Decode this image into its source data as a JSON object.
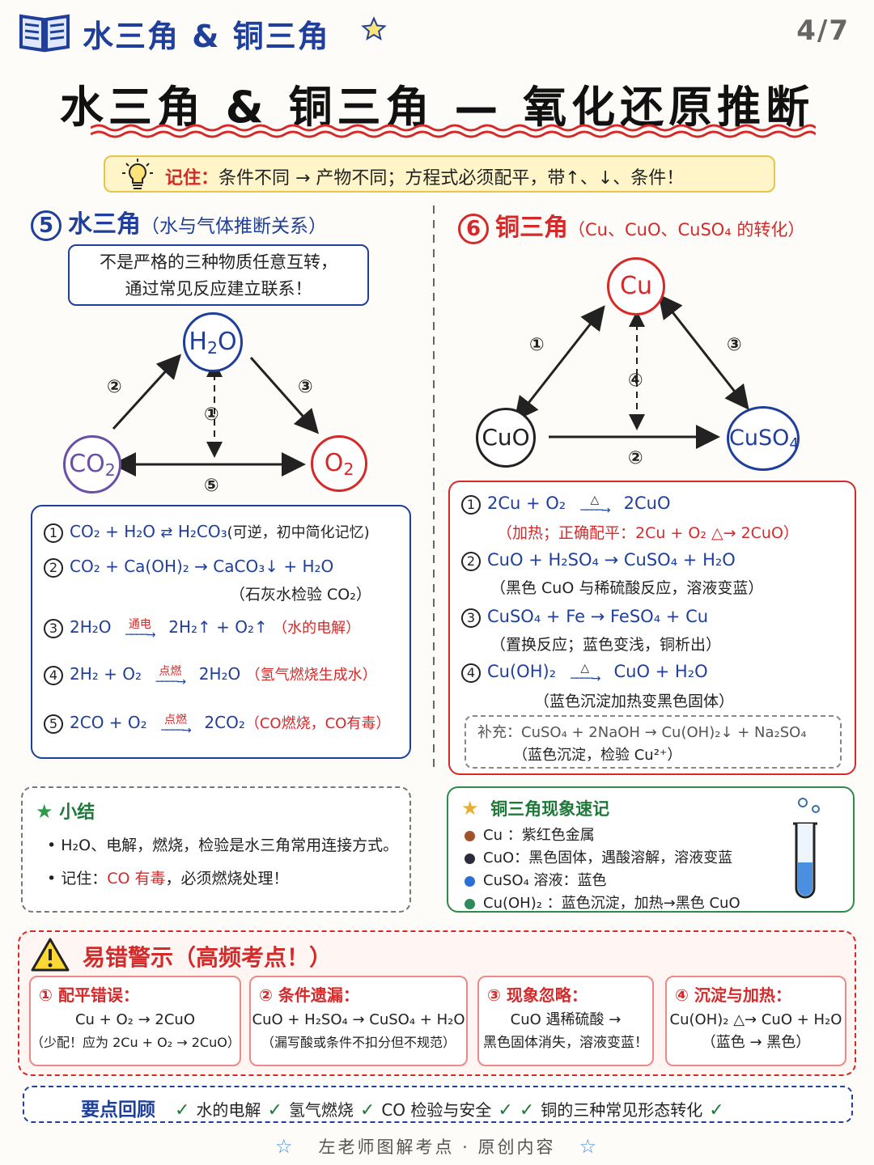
{
  "header": {
    "title": "水三角 & 铜三角",
    "page": "4/7"
  },
  "main_title": "水三角 & 铜三角 — 氧化还原推断",
  "remember": {
    "label": "记住：",
    "text": "条件不同 → 产物不同；方程式必须配平，带↑、↓、条件！"
  },
  "water": {
    "num": "5",
    "title": "水三角",
    "subtitle": "（水与气体推断关系）",
    "intro_1": "不是严格的三种物质任意互转，",
    "intro_2": "通过常见反应建立联系！",
    "nodes": {
      "co2": "CO",
      "o2": "O",
      "h2o_h": "H",
      "h2o_o": "O"
    },
    "arrow_nums": [
      "②",
      "③",
      "①",
      "⑤"
    ],
    "eq1": {
      "n": "1",
      "lhs": "CO₂ + H₂O",
      "rhs": "H₂CO₃",
      "note": "(可逆，初中简化记忆)"
    },
    "eq2": {
      "n": "2",
      "text": "CO₂ + Ca(OH)₂ → CaCO₃↓ + H₂O",
      "note": "（石灰水检验 CO₂）"
    },
    "eq3": {
      "n": "3",
      "lhs": "2H₂O",
      "cond": "通电",
      "rhs": "2H₂↑ + O₂↑",
      "note": "（水的电解）"
    },
    "eq4": {
      "n": "4",
      "lhs": "2H₂ + O₂",
      "cond": "点燃",
      "rhs": "2H₂O",
      "note": "（氢气燃烧生成水）"
    },
    "eq5": {
      "n": "5",
      "lhs": "2CO + O₂",
      "cond": "点燃",
      "rhs": "2CO₂",
      "note": "（CO燃烧，CO有毒）"
    }
  },
  "copper": {
    "num": "6",
    "title": "铜三角",
    "subtitle": "（Cu、CuO、CuSO₄ 的转化）",
    "nodes": {
      "cu": "Cu",
      "cuo": "CuO",
      "cuso4": "CuSO"
    },
    "arrow_nums": [
      "①",
      "③",
      "④",
      "②"
    ],
    "eq1": {
      "n": "1",
      "lhs": "2Cu + O₂",
      "cond": "△",
      "rhs": "2CuO",
      "note": "（加热；正确配平：2Cu + O₂ △→ 2CuO）"
    },
    "eq2": {
      "n": "2",
      "text": "CuO + H₂SO₄ → CuSO₄ + H₂O",
      "note": "（黑色 CuO 与稀硫酸反应，溶液变蓝）"
    },
    "eq3": {
      "n": "3",
      "text": "CuSO₄ + Fe → FeSO₄ + Cu",
      "note": "（置换反应；蓝色变浅，铜析出）"
    },
    "eq4": {
      "n": "4",
      "lhs": "Cu(OH)₂",
      "cond": "△",
      "rhs": "CuO + H₂O",
      "note": "（蓝色沉淀加热变黑色固体）"
    },
    "supp_1": "补充：CuSO₄ + 2NaOH → Cu(OH)₂↓ + Na₂SO₄",
    "supp_2": "（蓝色沉淀，检验 Cu²⁺）"
  },
  "summary": {
    "title": "小结",
    "item1": "H₂O、电解，燃烧，检验是水三角常用连接方式。",
    "item2_lbl": "记住：",
    "item2_red": "CO 有毒",
    "item2_rest": "，必须燃烧处理！"
  },
  "pheno": {
    "title": "铜三角现象速记",
    "items": [
      {
        "text": "Cu ：紫红色金属",
        "color": "#a0522d"
      },
      {
        "text": "CuO：黑色固体，遇酸溶解，溶液变蓝",
        "color": "#2b2b3f"
      },
      {
        "text": "CuSO₄ 溶液：蓝色",
        "color": "#2a6fd6"
      },
      {
        "text": "Cu(OH)₂ ：蓝色沉淀，加热→黑色 CuO",
        "color": "#2e8a5a"
      }
    ]
  },
  "warn": {
    "title": "易错警示（高频考点！）",
    "cards": [
      {
        "h": "① 配平错误：",
        "l1": "Cu + O₂ → 2CuO",
        "l2": "（少配！应为 2Cu + O₂ → 2CuO）"
      },
      {
        "h": "② 条件遗漏：",
        "l1": "CuO + H₂SO₄ → CuSO₄ + H₂O",
        "l2": "（漏写酸或条件不扣分但不规范）"
      },
      {
        "h": "③ 现象忽略：",
        "l1": "CuO 遇稀硫酸 →",
        "l2": "黑色固体消失，溶液变蓝！"
      },
      {
        "h": "④ 沉淀与加热：",
        "l1": "Cu(OH)₂ △→ CuO + H₂O",
        "l2": "（蓝色 → 黑色）"
      }
    ]
  },
  "review": {
    "title": "要点回顾",
    "items": [
      "水的电解",
      "氢气燃烧",
      "CO 检验与安全",
      "铜的三种常见形态转化"
    ]
  },
  "footer": "左老师图解考点 · 原创内容",
  "colors": {
    "blue": "#1f3f9a",
    "red": "#d42a2a",
    "green": "#1f7a3a",
    "purple": "#6a4fa8"
  }
}
